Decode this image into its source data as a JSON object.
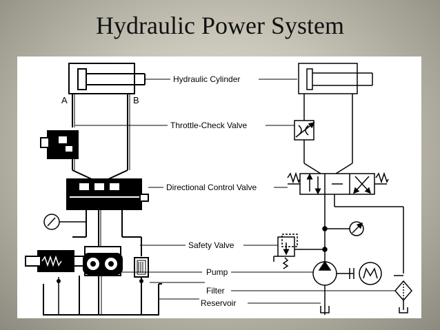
{
  "title": "Hydraulic Power System",
  "port_labels": {
    "a": "A",
    "b": "B"
  },
  "component_labels": {
    "cylinder": "Hydraulic Cylinder",
    "throttle": "Throttle-Check Valve",
    "directional": "Directional Control Valve",
    "safety": "Safety Valve",
    "pump": "Pump",
    "filter": "Filter",
    "reservoir": "Reservoir"
  }
}
